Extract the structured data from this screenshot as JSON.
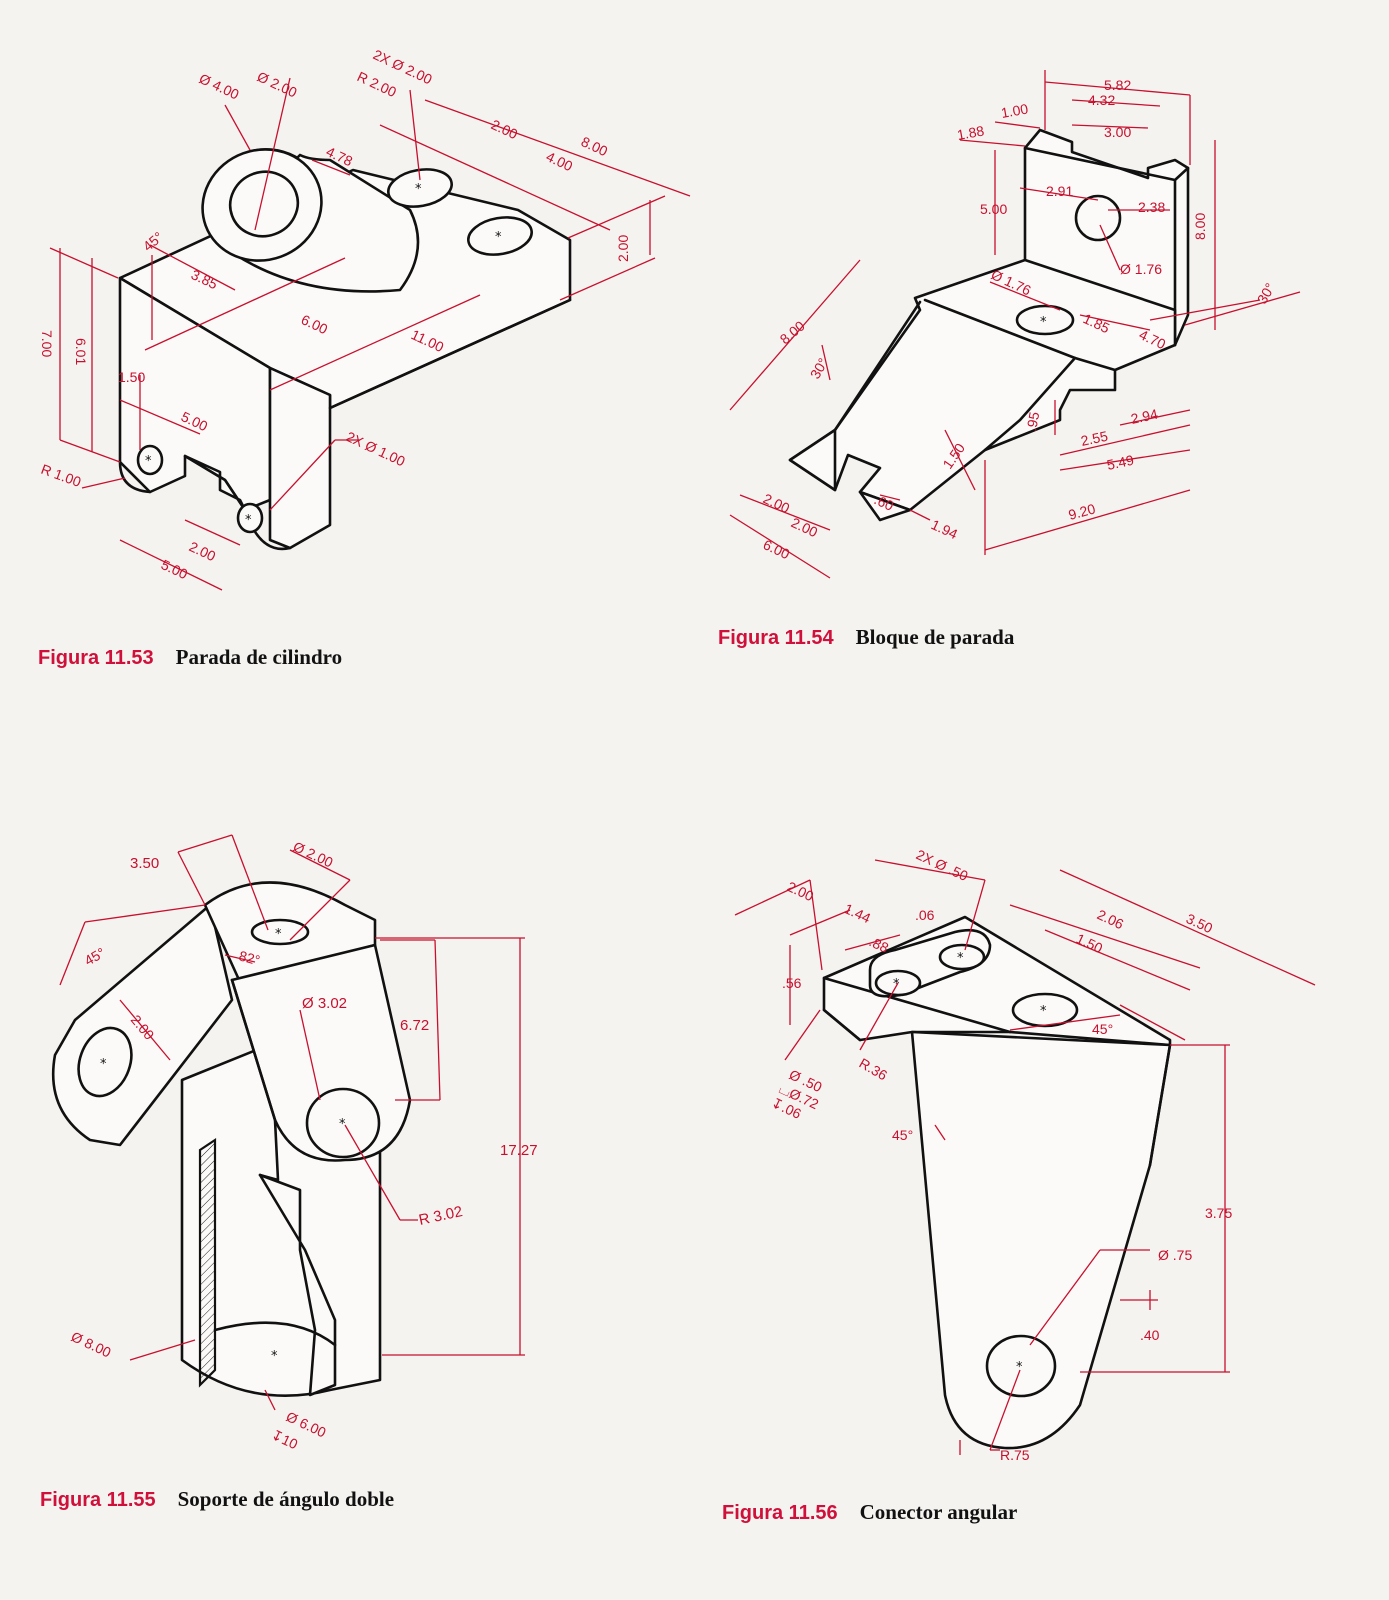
{
  "colors": {
    "accent": "#c8102e",
    "caption_number": "#d0103a",
    "line": "#111111",
    "paper": "#f5f3f0"
  },
  "figures": [
    {
      "number": "Figura 11.53",
      "title": "Parada de cilindro",
      "dimensions": [
        "Ø 2.00",
        "Ø 4.00",
        "2X Ø 2.00",
        "R 2.00",
        "4.78",
        "2.00",
        "8.00",
        "4.00",
        "2.00",
        "45°",
        "3.85",
        "6.00",
        "11.00",
        "7.00",
        "6.01",
        "1.50",
        "5.00",
        "2X Ø 1.00",
        "R 1.00",
        "2.00",
        "5.00"
      ]
    },
    {
      "number": "Figura 11.54",
      "title": "Bloque de parada",
      "dimensions": [
        "5.82",
        "4.32",
        "3.00",
        "1.00",
        "1.88",
        "2.91",
        "5.00",
        "2.38",
        "8.00",
        "Ø 1.76",
        "Ø 1.76",
        "1.85",
        "4.70",
        "30°",
        "8.00",
        "30°",
        ".95",
        "2.94",
        "2.55",
        "5.49",
        "1.50",
        "9.20",
        "2.00",
        "2.00",
        ".60",
        "1.94",
        "6.00"
      ]
    },
    {
      "number": "Figura 11.55",
      "title": "Soporte de ángulo doble",
      "dimensions": [
        "3.50",
        "Ø 2.00",
        "45°",
        "82°",
        "Ø 3.02",
        "6.72",
        "2.00",
        "17.27",
        "R 3.02",
        "Ø 8.00",
        "Ø 6.00",
        "↧10"
      ]
    },
    {
      "number": "Figura 11.56",
      "title": "Conector angular",
      "dimensions": [
        "2X Ø .50",
        "2.00",
        "1.44",
        ".06",
        ".88",
        "2.06",
        "3.50",
        "1.50",
        ".56",
        "45°",
        "R.36",
        "Ø .50",
        "⌴Ø.72",
        "↧.06",
        "45°",
        "3.75",
        "Ø .75",
        ".40",
        "R.75"
      ]
    }
  ]
}
